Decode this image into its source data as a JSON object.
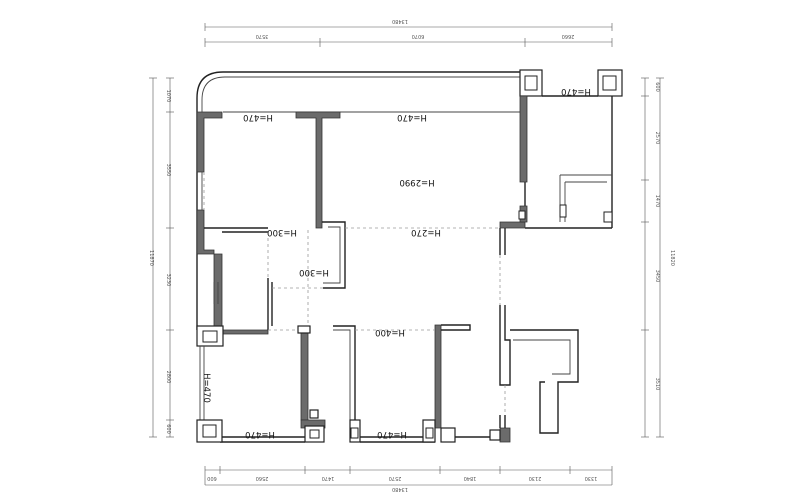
{
  "ceiling_heights": {
    "top_left_room": "H=470",
    "top_hall": "H=470",
    "top_right_room": "H=470",
    "living": "H=2990",
    "mid_left_corridor": "H=300",
    "mid_left_room": "H=300",
    "mid_corridor": "H=270",
    "dining": "H=400",
    "bottom_left_room": "H=470",
    "bottom_left_bay": "H=470",
    "bottom_mid_bay": "H=470"
  },
  "dimensions": {
    "top_total": "13480",
    "top_1": "3570",
    "top_2": "6070",
    "top_3": "2660",
    "bottom_total": "13480",
    "bottom_1": "600",
    "bottom_2": "2560",
    "bottom_3": "1470",
    "bottom_4": "2570",
    "bottom_5": "1840",
    "bottom_6": "2130",
    "bottom_7": "1330",
    "left_total": "11870",
    "left_1": "1070",
    "left_2": "3550",
    "left_3": "3230",
    "left_4": "2800",
    "left_5": "600",
    "right_total": "11820",
    "right_1": "600",
    "right_2": "2570",
    "right_3": "1470",
    "right_4": "3450",
    "right_5": "3510"
  }
}
